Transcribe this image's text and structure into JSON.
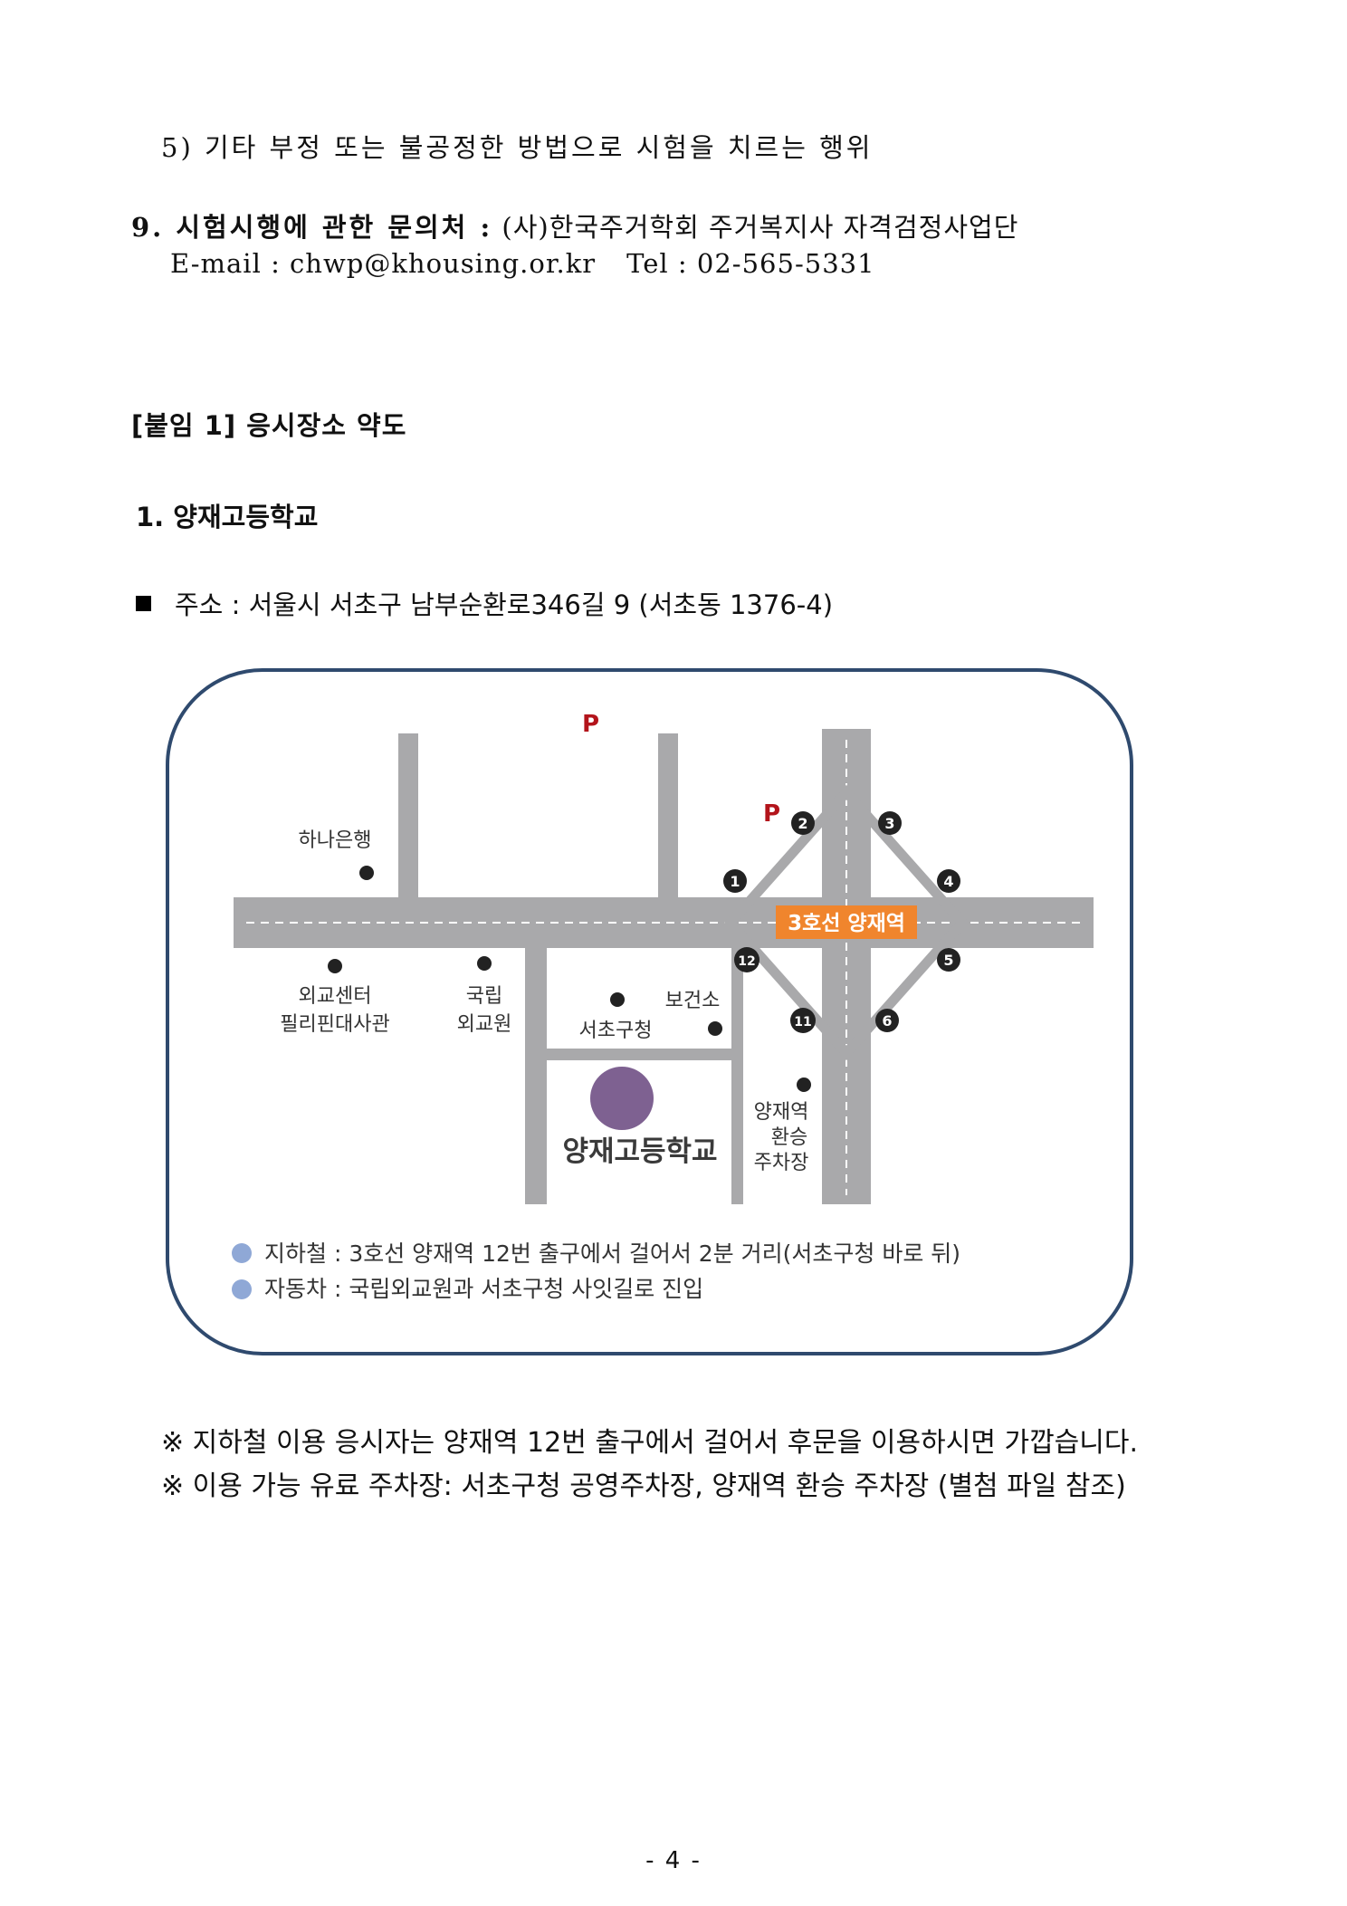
{
  "doc": {
    "item5": "5) 기타 부정 또는 불공정한 방법으로 시험을 치르는 행위",
    "inquiry_label": "9. 시험시행에 관한 문의처 :",
    "inquiry_org": "(사)한국주거학회 주거복지사 자격검정사업단",
    "email": "E-mail : chwp@khousing.or.kr",
    "tel": "Tel : 02-565-5331",
    "attachment_title": "[붙임 1] 응시장소 약도",
    "section_title": "1. 양재고등학교",
    "address": "주소 : 서울시 서초구 남부순환로346길 9 (서초동 1376-4)",
    "note_subway": "※ 지하철 이용 응시자는 양재역 12번 출구에서 걸어서 후문을 이용하시면 가깝습니다.",
    "note_parking": "※ 이용 가능 유료 주차장: 서초구청 공영주차장, 양재역 환승 주차장 (별첨 파일 참조)",
    "page_number": "- 4 -"
  },
  "map": {
    "station_label": "3호선 양재역",
    "parking_mark": "P",
    "landmarks": {
      "hana_bank": "하나은행",
      "foreign_center_l1": "외교센터",
      "foreign_center_l2": "필리핀대사관",
      "national_l1": "국립",
      "national_l2": "외교원",
      "health_center": "보건소",
      "seocho_office": "서초구청",
      "school": "양재고등학교",
      "parking_l1": "양재역",
      "parking_l2": "환승",
      "parking_l3": "주차장"
    },
    "exits": [
      "1",
      "2",
      "3",
      "4",
      "5",
      "6",
      "11",
      "12"
    ],
    "legend": {
      "subway": "지하철 : 3호선 양재역 12번 출구에서 걸어서 2분 거리(서초구청 바로 뒤)",
      "car": "자동차 : 국립외교원과 서초구청 사잇길로 진입"
    },
    "colors": {
      "frame": "#2f4a6e",
      "road": "#a9a9ab",
      "station_box": "#f0852d",
      "parking_p": "#b3141b",
      "school_circle": "#7e6191",
      "legend_dot": "#8fa8d6"
    }
  }
}
